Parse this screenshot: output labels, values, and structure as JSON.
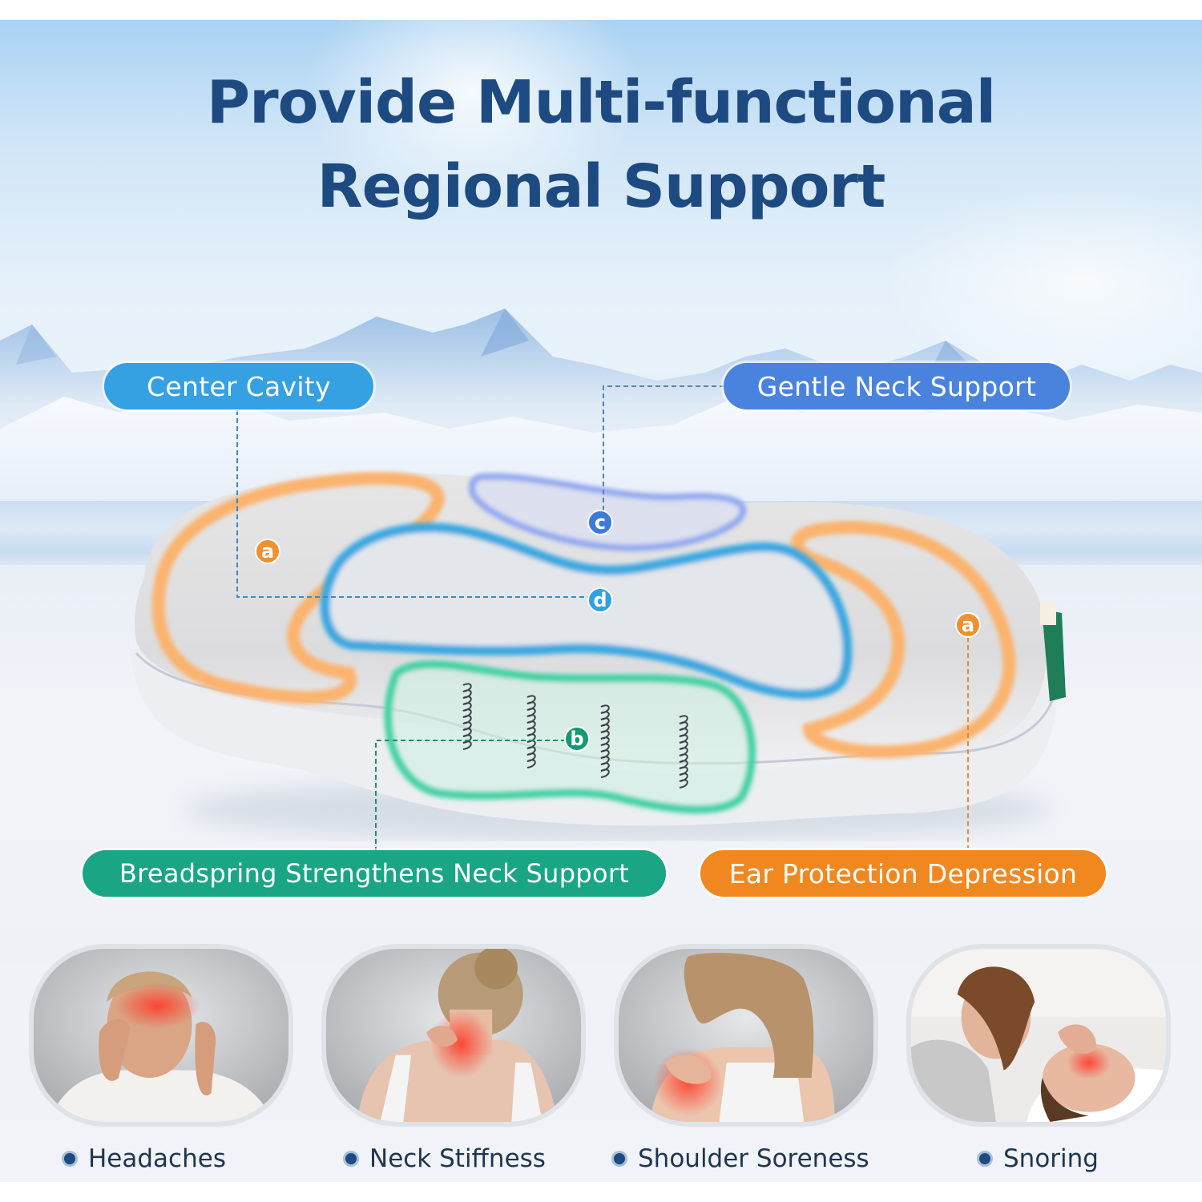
{
  "title": {
    "line1": "Provide Multi-functional",
    "line2": "Regional Support"
  },
  "callouts": {
    "center_cavity": "Center Cavity",
    "gentle_neck": "Gentle Neck Support",
    "breadspring": "Breadspring Strengthens Neck Support",
    "ear_protection": "Ear Protection Depression"
  },
  "markers": {
    "a_left": "a",
    "a_right": "a",
    "b": "b",
    "c": "c",
    "d": "d"
  },
  "conditions": [
    {
      "label": "Headaches",
      "icon": "headache-photo"
    },
    {
      "label": "Neck Stiffness",
      "icon": "neck-pain-photo"
    },
    {
      "label": "Shoulder Soreness",
      "icon": "shoulder-pain-photo"
    },
    {
      "label": "Snoring",
      "icon": "snoring-photo"
    }
  ],
  "colors": {
    "title": "#1d4a80",
    "center_cavity": "#35a0e2",
    "gentle_neck": "#4a83de",
    "breadspring": "#1aa585",
    "ear_protection": "#f0871f",
    "pain_highlight": "#ff3b2a"
  }
}
